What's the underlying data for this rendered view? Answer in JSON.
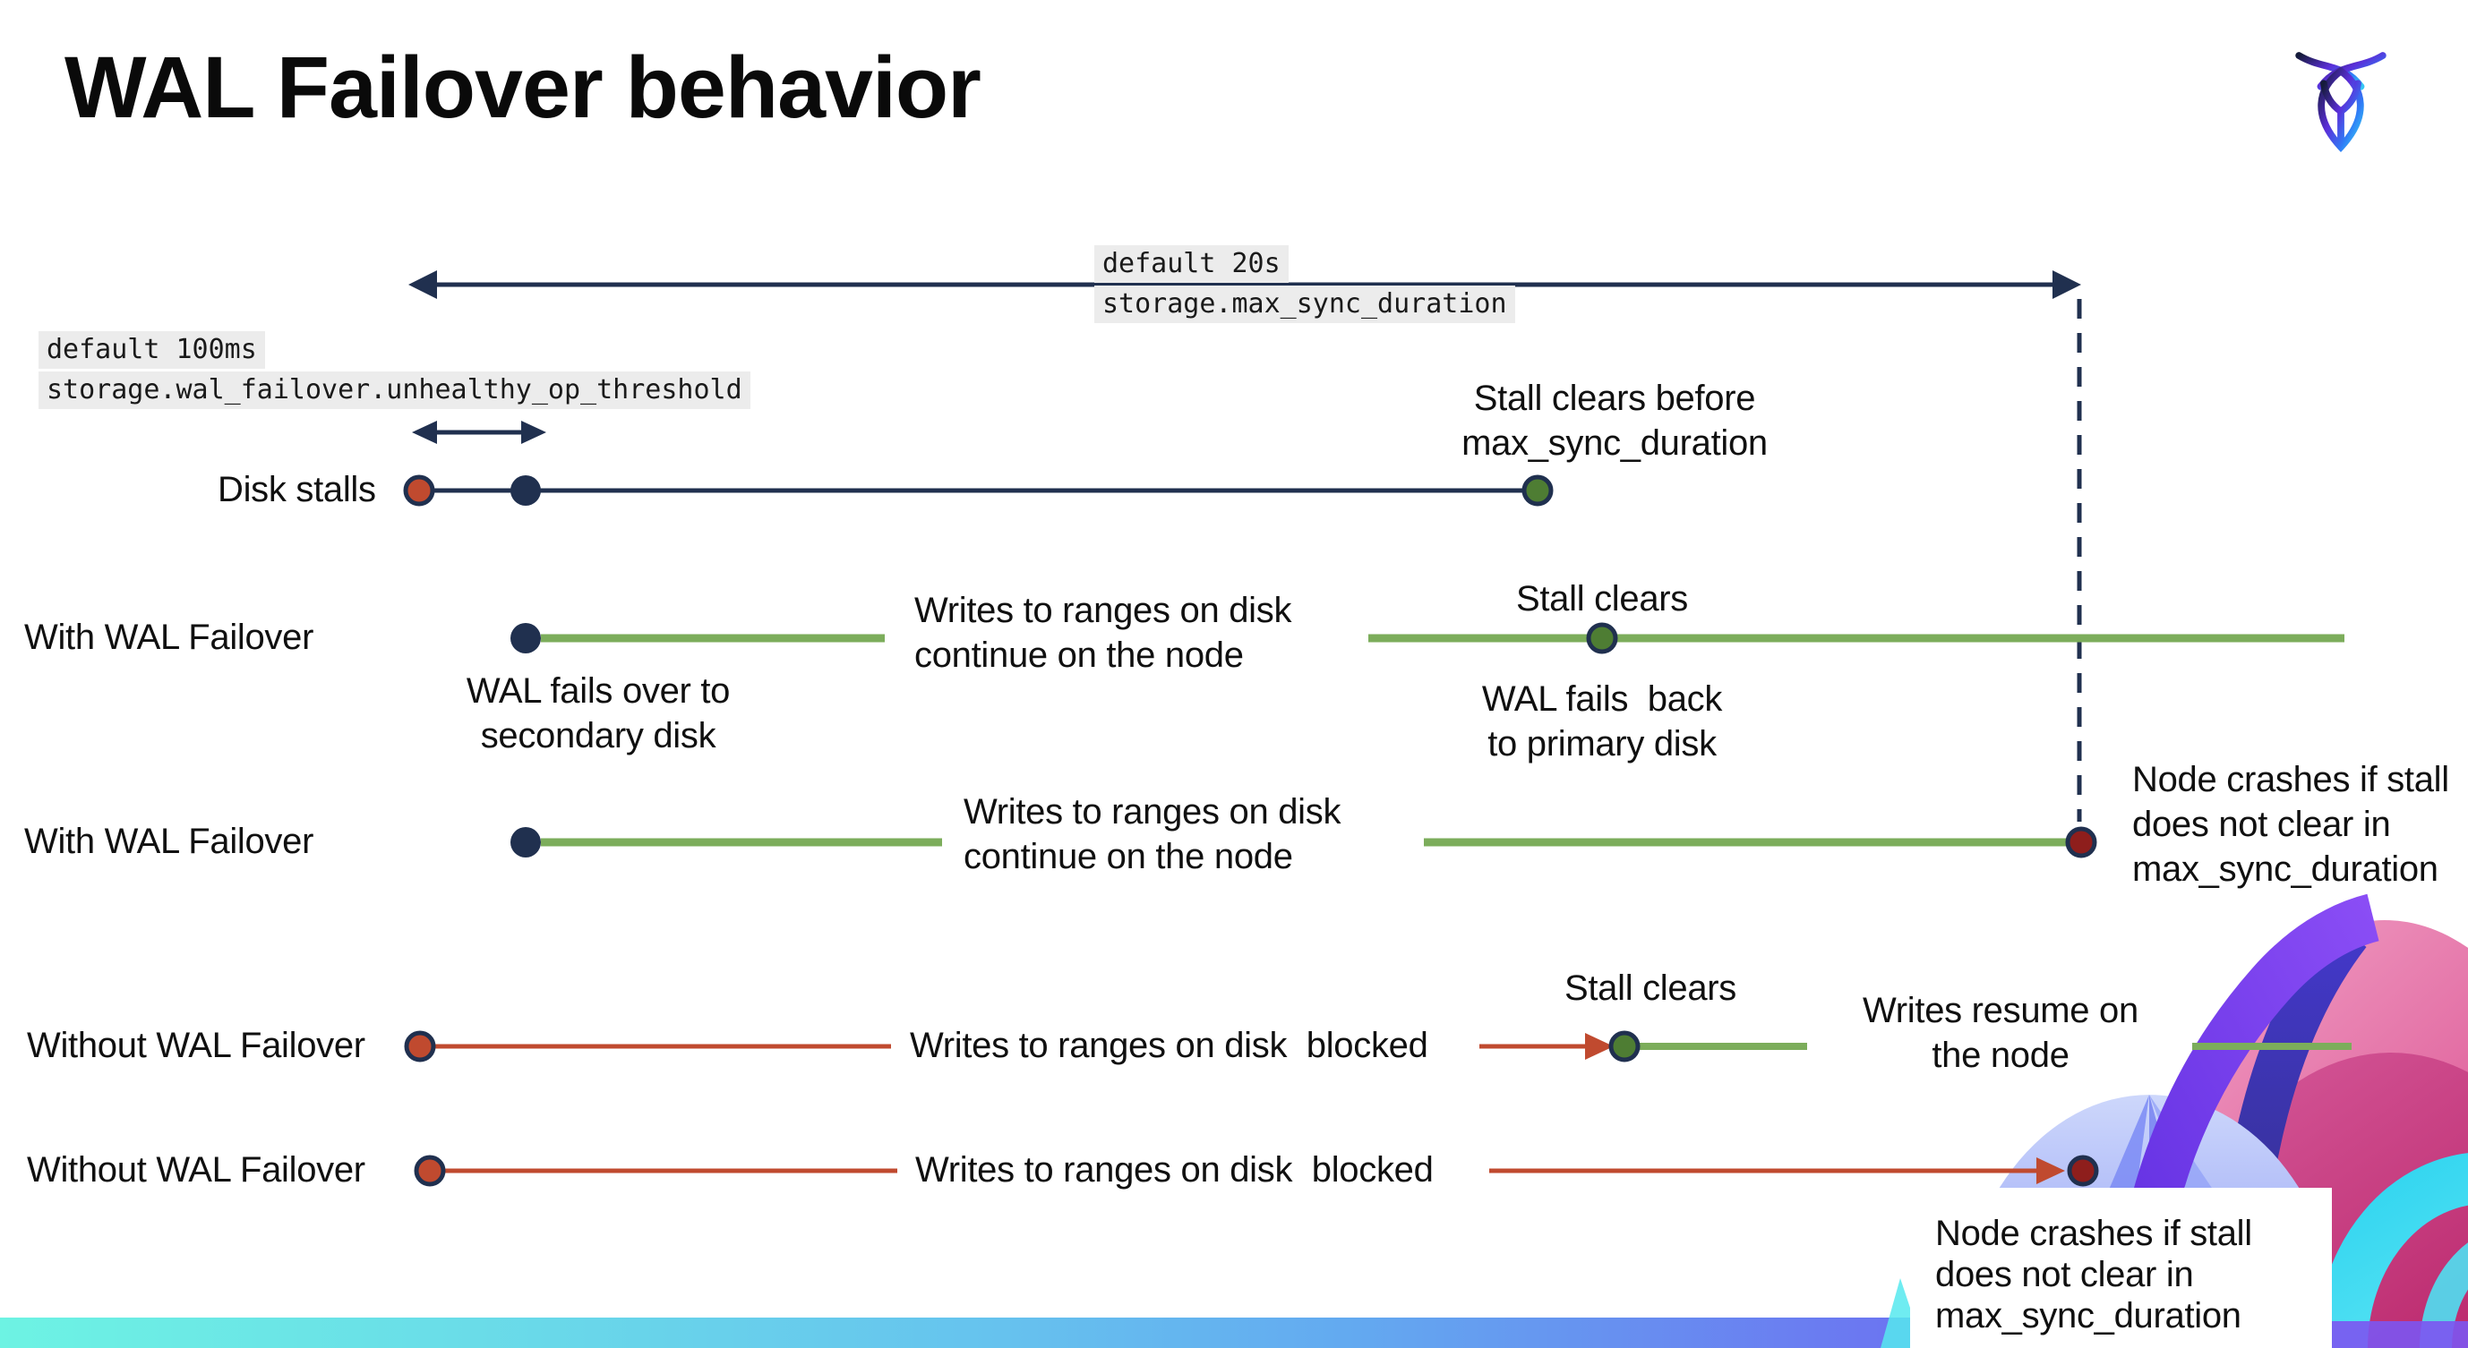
{
  "page": {
    "title": "WAL Failover behavior"
  },
  "logo": {
    "label": "cockroachdb-mark"
  },
  "settings": {
    "max_sync_duration": {
      "default_value": "default 20s",
      "name": "storage.max_sync_duration"
    },
    "unhealthy_op_threshold": {
      "default_value": "default 100ms",
      "name": "storage.wal_failover.unhealthy_op_threshold"
    }
  },
  "rows": [
    {
      "label": "Disk stalls"
    },
    {
      "label": "With WAL Failover"
    },
    {
      "label": "With WAL Failover"
    },
    {
      "label": "Without WAL Failover"
    },
    {
      "label": "Without WAL Failover"
    }
  ],
  "annotations": {
    "stall_clears_before": "Stall clears before\nmax_sync_duration",
    "wal_fails_over": "WAL fails over to\nsecondary disk",
    "writes_continue_row2": "Writes to ranges on disk\ncontinue on the node",
    "stall_clears_row2": "Stall clears",
    "wal_fails_back": "WAL fails  back\nto primary disk",
    "writes_continue_row3": "Writes to ranges on disk\ncontinue on the node",
    "node_crashes_row3": "Node crashes if stall\ndoes not clear in\nmax_sync_duration",
    "writes_blocked_row4": "Writes to ranges on disk  blocked",
    "stall_clears_row4": "Stall clears",
    "writes_resume": "Writes resume on\nthe node",
    "writes_blocked_row5": "Writes to ranges on disk  blocked",
    "node_crashes_row5": "Node crashes if stall\ndoes not clear in\nmax_sync_duration"
  },
  "colors": {
    "navy": "#20304f",
    "green_line": "#7cad5b",
    "green_dot": "#4e7d33",
    "red": "#c04a2f",
    "dark_red": "#8e1e1c",
    "setting_label_bg": "#ececec",
    "footer_gradient": [
      "#6df3e3",
      "#63a9f0",
      "#6c72f1",
      "#7f5af0"
    ]
  }
}
